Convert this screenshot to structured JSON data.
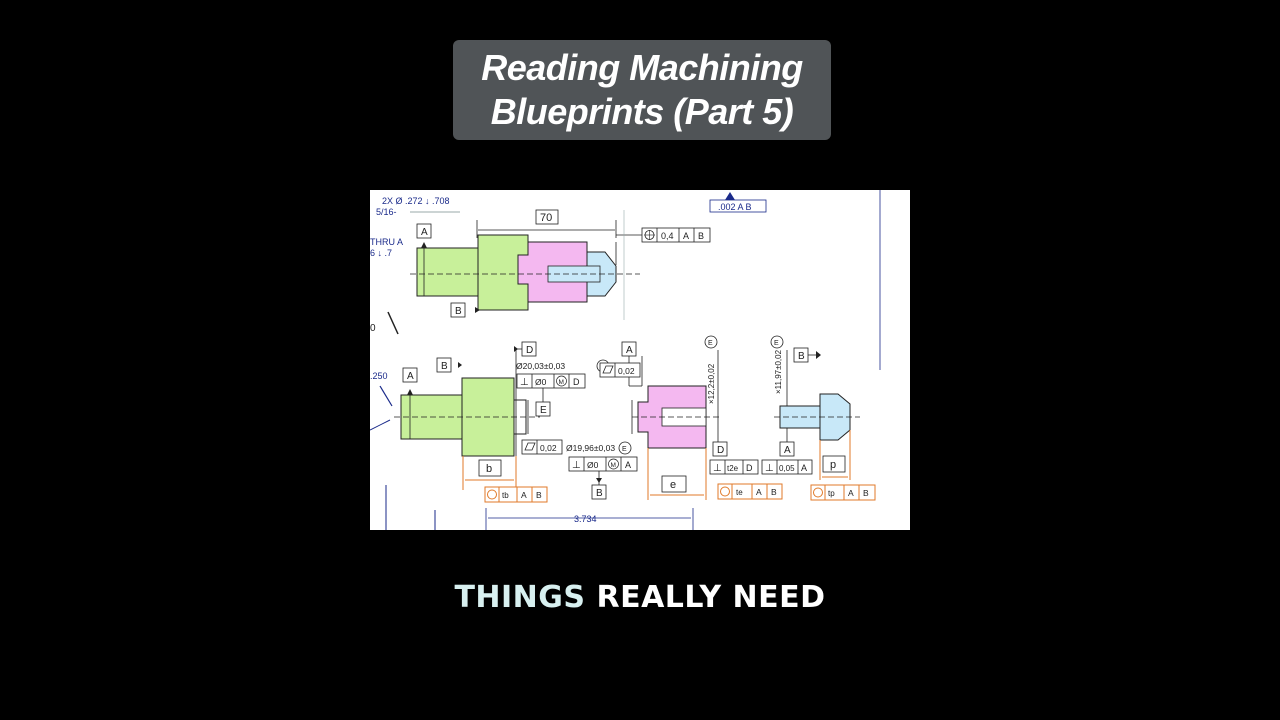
{
  "title": {
    "line1": "Reading Machining",
    "line2": "Blueprints (Part 5)"
  },
  "caption": {
    "part1": "THINGS",
    "part2": "REALLY NEED"
  },
  "drawing": {
    "top_note_line1": "2X Ø .272 ↓ .708",
    "top_note_line2": "5/16-",
    "left_note_thru": "THRU A",
    "left_note_depth": "6 ↓ .7",
    "left_note_250": ".250",
    "top_right_fcf": ".002 A B",
    "dim_70": "70",
    "fcf_top_value": "0,4",
    "datum_A": "A",
    "datum_B": "B",
    "datum_D": "D",
    "datum_E": "E",
    "dim_20": "Ø20,03±0,03",
    "fcf_perp_zero": "Ø0",
    "fcf_m": "M",
    "flatness_002": "0,02",
    "dim_19": "Ø19,96±0,03",
    "e_circle": "E",
    "dim_12": "×12,2±0,02",
    "dim_11": "×11,97±0,02",
    "label_b": "b",
    "label_e": "e",
    "label_p": "p",
    "fcf_tb": "tb",
    "fcf_te": "te",
    "fcf_tp": "tp",
    "fcf_t2e": "t2e",
    "fcf_005": "0,05",
    "dim_3734": "3.734"
  },
  "colors": {
    "green_part": "#c8f09a",
    "pink_part": "#f4b8f0",
    "blue_part": "#c8e8f8",
    "orange_annot": "#e07a2a",
    "caption": "#ffffff",
    "title_bg": "#505457"
  }
}
